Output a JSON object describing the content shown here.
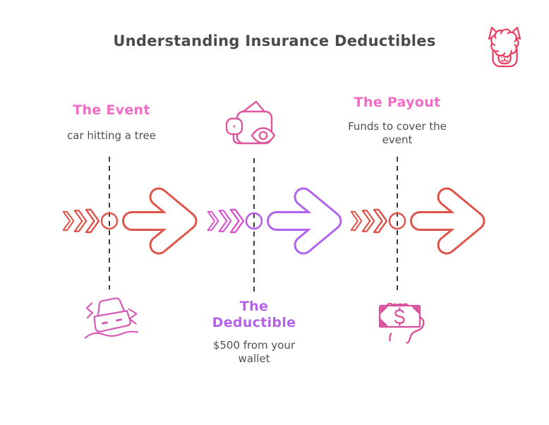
{
  "title": "Understanding Insurance Deductibles",
  "logo": {
    "name": "alpaca-icon",
    "color": "#ee3b62"
  },
  "palette": {
    "title_text": "#4a4a4a",
    "body_text": "#4f4f4f",
    "pink_heading": "#f26cc5",
    "purple_heading": "#b661ea",
    "flow_red": "#e0544a",
    "flow_purple": "#b162ee",
    "flow_pink_gradient_start": "#d957cf",
    "icon_car_magenta": "#d65bb5",
    "icon_wallet_rose": "#dd579e",
    "icon_money_rose": "#d9519c",
    "dash_gray": "#3d3d3d",
    "background": "#ffffff"
  },
  "steps": [
    {
      "heading": "The Event",
      "description": "car hitting a tree",
      "icon": "crashed-car-icon",
      "label_position": "top",
      "flow_color": "#e0544a"
    },
    {
      "heading": "The Deductible",
      "description": "$500 from your wallet",
      "icon": "wallet-eye-icon",
      "label_position": "bottom",
      "flow_color": "#b162ee"
    },
    {
      "heading": "The Payout",
      "description": "Funds to cover the event",
      "icon": "money-in-hand-icon",
      "label_position": "top",
      "flow_color": "#e0544a"
    }
  ]
}
